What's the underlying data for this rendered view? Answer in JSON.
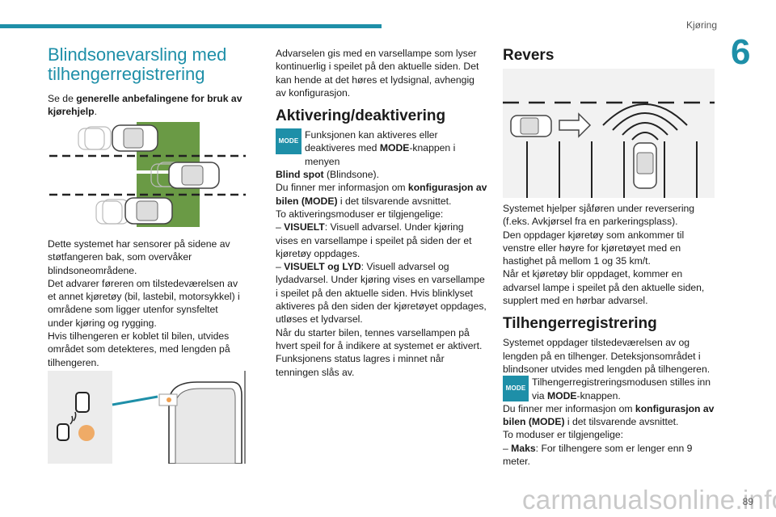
{
  "header": {
    "section": "Kjøring",
    "chapter": "6"
  },
  "page_number": "89",
  "watermark": "carmanualsonline.info",
  "mode_icon_label": "MODE",
  "col1": {
    "title": "Blindsonevarsling med tilhengerregistrering",
    "intro_pre": "Se de ",
    "intro_bold": "generelle anbefalingene for bruk av kjørehjelp",
    "intro_post": ".",
    "para": [
      "Dette systemet har sensorer på sidene av støtfangeren bak, som overvåker blindsoneområdene.",
      "Det advarer føreren om tilstedeværelsen av et annet kjøretøy (bil, lastebil, motorsykkel) i områdene som ligger utenfor synsfeltet under kjøring og rygging.",
      "Hvis tilhengeren er koblet til bilen, utvides området som detekteres, med lengden på tilhengeren."
    ]
  },
  "col2": {
    "intro": "Advarselen gis med en varsellampe som lyser kontinuerlig i speilet på den aktuelle siden. Det kan hende at det høres et lydsignal, avhengig av konfigurasjon.",
    "heading": "Aktivering/deaktivering",
    "mode_text_a": "Funksjonen kan aktiveres eller deaktiveres med ",
    "mode_bold": "MODE",
    "mode_text_b": "-knappen i menyen ",
    "menu_bold": "Blind spot",
    "mode_text_c": " (Blindsone).",
    "info_a": "Du finner mer informasjon om ",
    "info_bold": "konfigurasjon av bilen (MODE)",
    "info_b": " i det tilsvarende avsnittet.",
    "modes_intro": "To aktiveringsmoduser er tilgjengelige:",
    "mode1_label": "VISUELT",
    "mode1_text": ": Visuell advarsel. Under kjøring vises en varsellampe i speilet på siden der et kjøretøy oppdages.",
    "mode2_label": "VISUELT og LYD",
    "mode2_text": ": Visuell advarsel og lydadvarsel. Under kjøring vises en varsellampe i speilet på den aktuelle siden. Hvis blinklyset aktiveres på den siden der kjøretøyet oppdages, utløses et lydvarsel.",
    "start_text": "Når du starter bilen, tennes varsellampen på hvert speil for å indikere at systemet er aktivert.",
    "memory_text": "Funksjonens status lagres i minnet når tenningen slås av."
  },
  "col3": {
    "heading1": "Revers",
    "p1": "Systemet hjelper sjåføren under reversering (f.eks. Avkjørsel fra en parkeringsplass).",
    "p2": "Den oppdager kjøretøy som ankommer til venstre eller høyre for kjøretøyet med en hastighet på mellom 1 og 35 km/t.",
    "p3": "Når et kjøretøy blir oppdaget, kommer en advarsel lampe i speilet på den aktuelle siden, supplert med en hørbar advarsel.",
    "heading2": "Tilhengerregistrering",
    "p4": "Systemet oppdager tilstedeværelsen av og lengden på en tilhenger. Deteksjonsområdet i blindsoner utvides med lengden på tilhengeren.",
    "mode_text_a": "Tilhengerregistreringsmodusen stilles inn via ",
    "mode_bold": "MODE",
    "mode_text_b": "-knappen.",
    "info_a": "Du finner mer informasjon om ",
    "info_bold": "konfigurasjon av bilen (MODE)",
    "info_b": " i det tilsvarende avsnittet.",
    "modes_intro": "To moduser er tilgjengelige:",
    "mode1_label": "Maks",
    "mode1_text": ": For tilhengere som er lenger enn 9 meter."
  },
  "colors": {
    "accent": "#1e8fa8",
    "warning_green": "#5a8a3a",
    "lamp_orange": "#f0a050"
  }
}
